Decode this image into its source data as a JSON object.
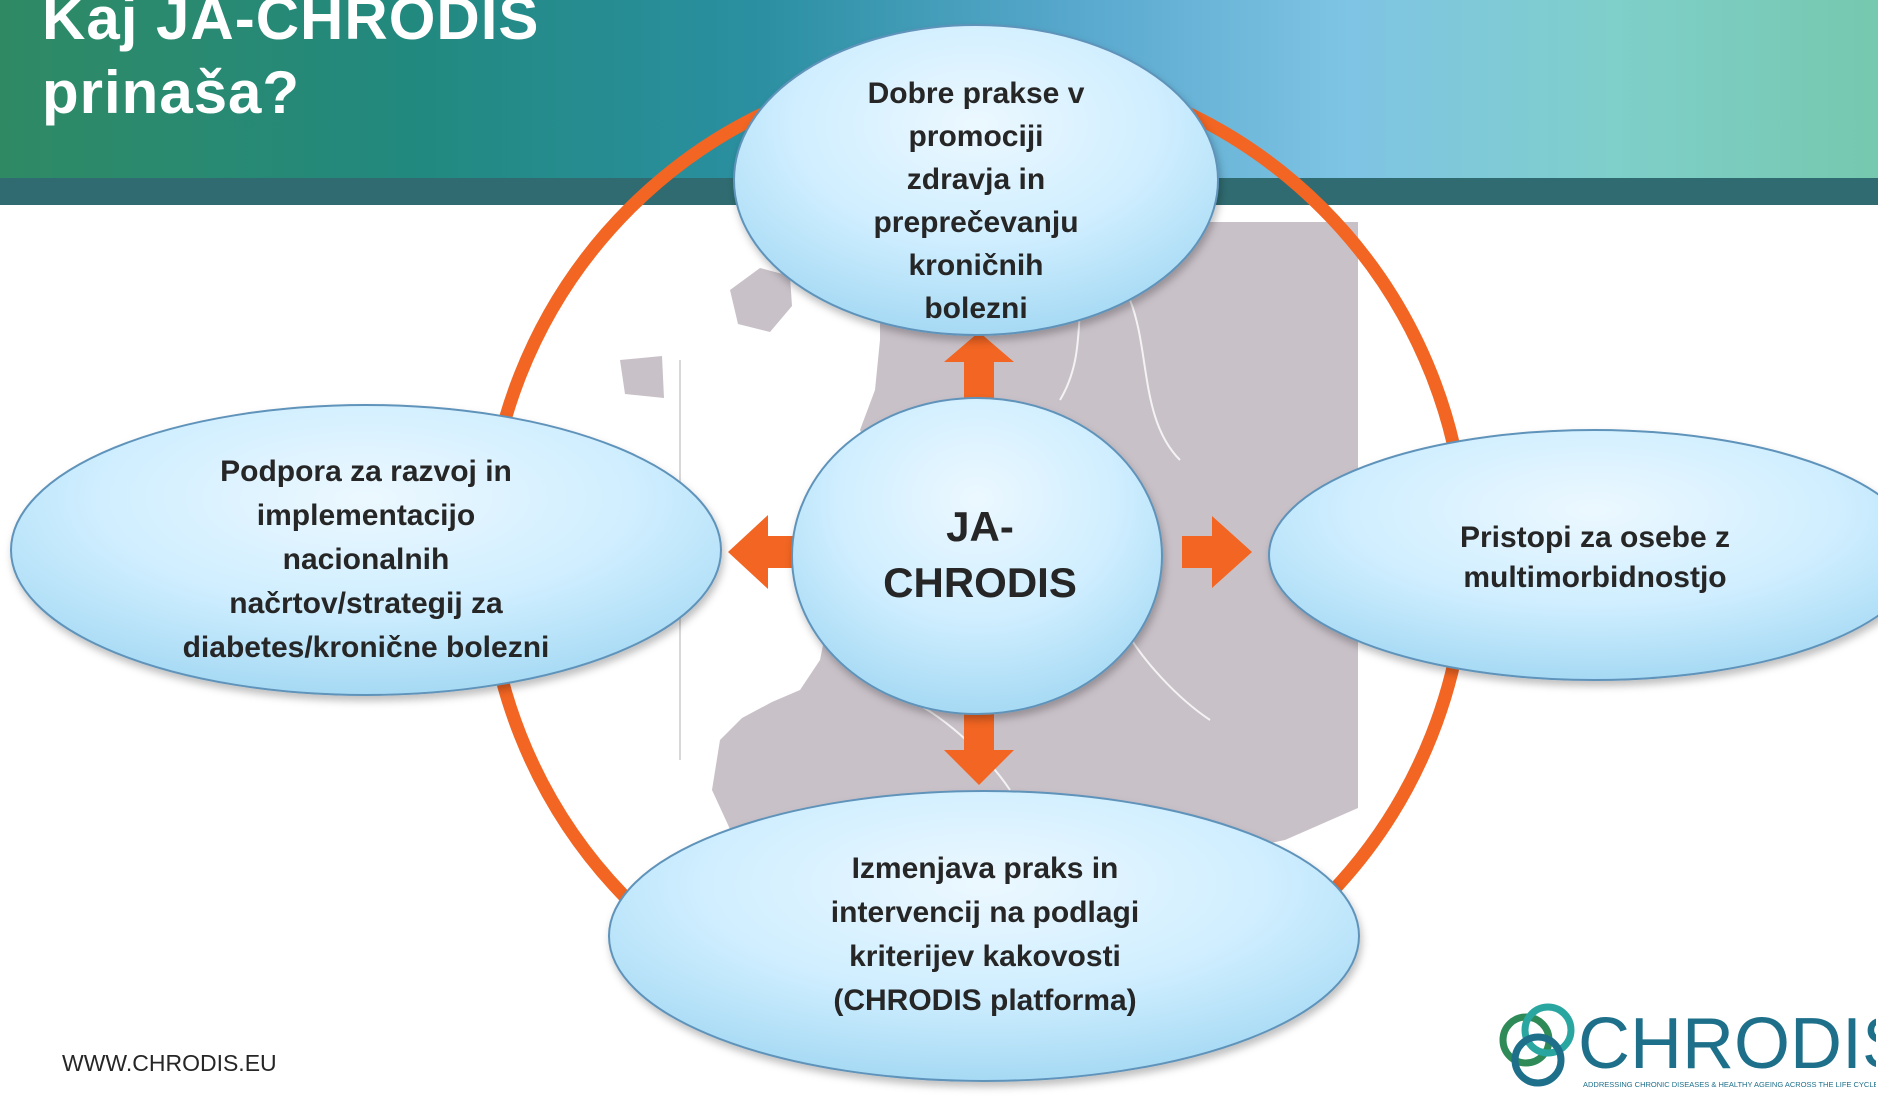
{
  "slide": {
    "title": "Kaj JA-CHRODIS\nprinaša?",
    "footer_url": "WWW.CHRODIS.EU"
  },
  "diagram": {
    "center": "JA-\nCHRODIS",
    "top": "Dobre prakse v\npromociji\nzdravja in\npreprečevanju\nkroničnih\nbolezni",
    "left": "Podpora za razvoj in\nimplementacijo\nnacionalnih\nnačrtov/strategij za\ndiabetes/kronične bolezni",
    "right": "Pristopi za osebe z\nmultimorbidnostjo",
    "bottom": "Izmenjava praks in\nintervencij na podlagi\nkriterijev kakovosti\n(CHRODIS platforma)"
  },
  "logo": {
    "wordmark": "CHRODIS",
    "tagline": "ADDRESSING CHRONIC DISEASES & HEALTHY AGEING ACROSS THE LIFE CYCLE"
  },
  "colors": {
    "ring": "#f26522",
    "arrow": "#f26522",
    "bubble_light": "#e6f5ff",
    "bubble_dark": "#a9dcf6",
    "bubble_border": "#5f93ba",
    "map": "#c9c1c8",
    "text": "#262626"
  }
}
